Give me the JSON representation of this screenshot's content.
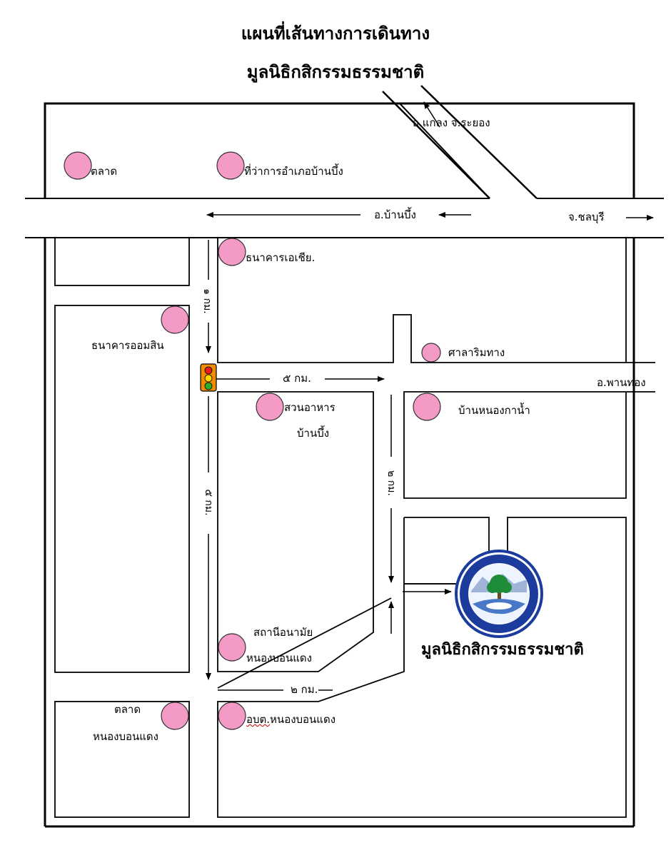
{
  "title": {
    "line1": "แผนที่เส้นทางการเดินทาง",
    "line2": "มูลนิธิกสิกรรมธรรมชาติ"
  },
  "roads": {
    "rayong": "อ.แกลง จ.ระยอง",
    "ban_bueng": "อ.บ้านบึ้ง",
    "chonburi": "จ.ชลบุรี",
    "phan_thong": "อ.พานทอง",
    "dist_1km": "๑ กม.",
    "dist_5km_h": "๕ กม.",
    "dist_5km_v": "๕ กม.",
    "dist_2km_v": "๒ กม.",
    "dist_2km_h": "๒ กม."
  },
  "places": {
    "market_top": "ตลาด",
    "district_office": "ที่ว่าการอำเภอบ้านบึ้ง",
    "asia_bank": "ธนาคารเอเชีย.",
    "gsb_bank": "ธนาคารออมสิน",
    "sala": "ศาลาริมทาง",
    "restaurant_1": "สวนอาหาร",
    "restaurant_2": "บ้านบึ้ง",
    "nong_ka_nam": "บ้านหนองกาน้ำ",
    "health_1": "สถานีอนามัย",
    "health_2": "หนองบอนแดง",
    "market_bottom_1": "ตลาด",
    "market_bottom_2": "หนองบอนแดง",
    "obt_prefix": "อบต.",
    "obt_rest": "หนองบอนแดง",
    "foundation": "มูลนิธิกสิกรรมธรรมชาติ"
  },
  "colors": {
    "marker": "#f49ac6",
    "logo_blue": "#1b3c9c",
    "logo_green": "#1f8c3a"
  },
  "icons": {
    "traffic_light": "traffic-light-icon",
    "logo": "foundation-logo-icon"
  }
}
